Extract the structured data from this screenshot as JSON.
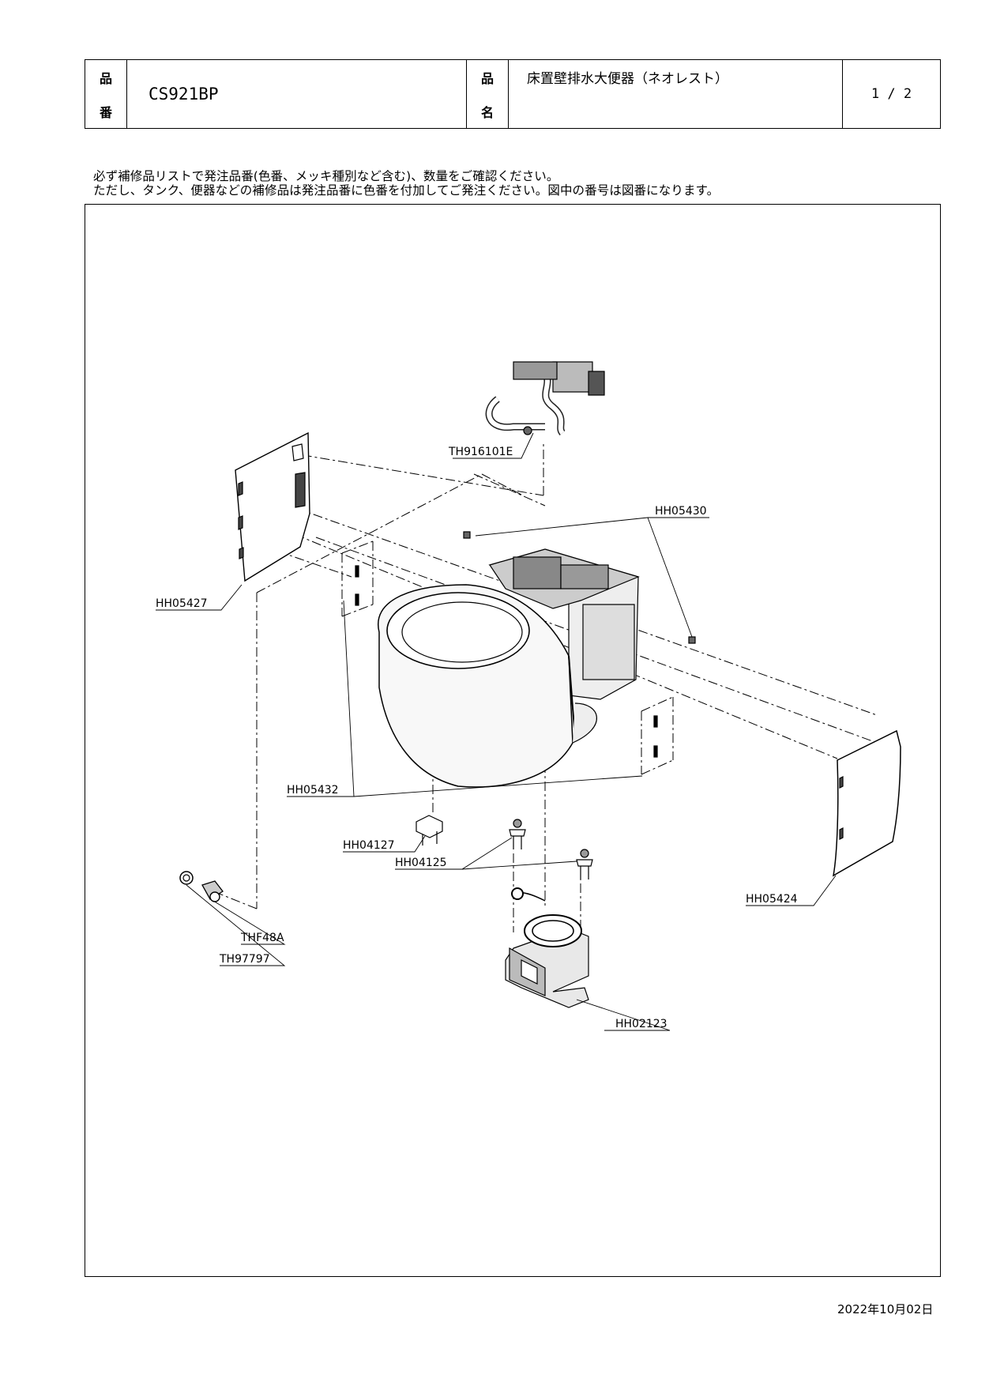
{
  "header": {
    "part_no_label_1": "品",
    "part_no_label_2": "番",
    "part_no": "CS921BP",
    "name_label_1": "品",
    "name_label_2": "名",
    "product_name": "床置壁排水大便器（ネオレスト）",
    "page": "1 / 2"
  },
  "notes": {
    "line1": "必ず補修品リストで発注品番(色番、メッキ種別など含む)、数量をご確認ください。",
    "line2": "ただし、タンク、便器などの補修品は発注品番に色番を付加してご発注ください。図中の番号は図番になります。"
  },
  "parts": {
    "th916101e": "TH916101E",
    "hh05430": "HH05430",
    "hh05427": "HH05427",
    "hh05432": "HH05432",
    "hh04127": "HH04127",
    "hh04125": "HH04125",
    "hh05424": "HH05424",
    "thf48a": "THF48A",
    "th97797": "TH97797",
    "hh02123": "HH02123"
  },
  "date": "2022年10月02日"
}
